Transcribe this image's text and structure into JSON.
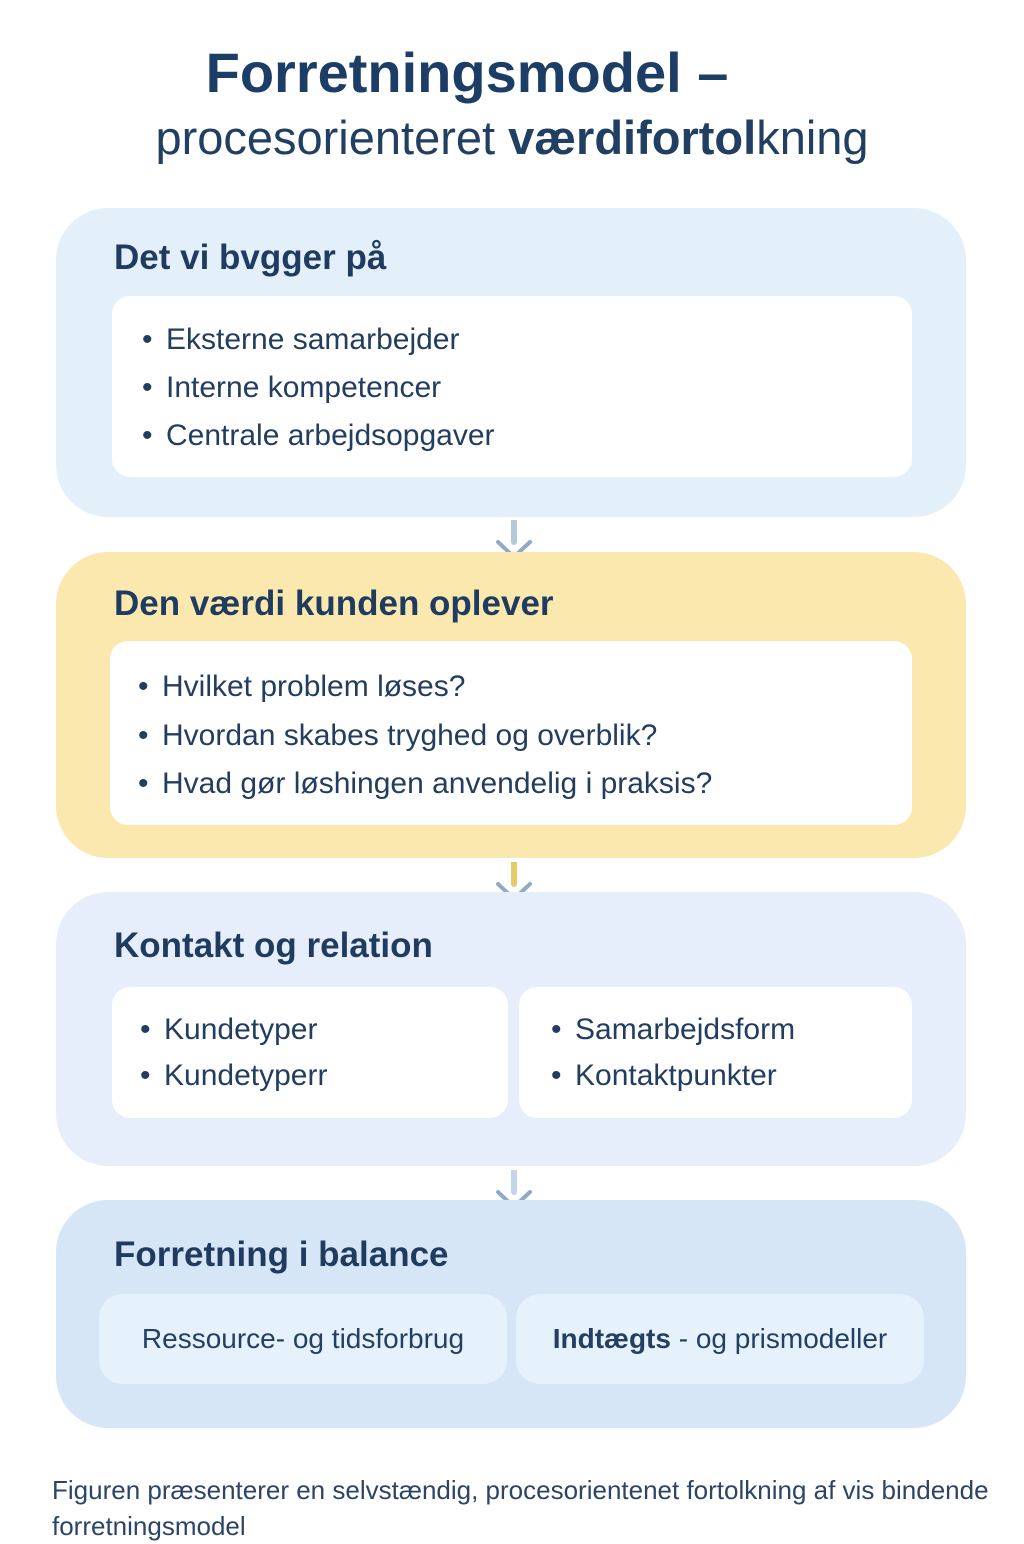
{
  "title": {
    "line1": "Forretningsmodel –",
    "line2_prefix": "procesorienteret ",
    "line2_strong": "værdifortol",
    "line2_suffix": "kning"
  },
  "sections": [
    {
      "heading": "Det vi bvgger på",
      "items": [
        "Eksterne samarbejder",
        "Interne kompetencer",
        "Centrale arbejdsopgaver"
      ]
    },
    {
      "heading": "Den værdi kunden oplever",
      "items": [
        "Hvilket problem løses?",
        "Hvordan skabes tryghed og overblik?",
        "Hvad gør løshingen anvendelig i praksis?"
      ]
    },
    {
      "heading": "Kontakt og relation",
      "left_items": [
        "Kundetyper",
        "Kundetyperr"
      ],
      "right_items": [
        "Samarbejdsform",
        "Kontaktpunkter"
      ]
    },
    {
      "heading": "Forretning i balance",
      "left_pill": "Ressource- og tidsforbrug",
      "right_pill_strong": "Indtægts",
      "right_pill_rest": " - og prismodeller"
    }
  ],
  "caption": "Figuren præsenterer en selvstændig, procesorientenet fortolkning af vis bindende forretningsmodel",
  "colors": {
    "section1_bg": "#e3f0fa",
    "section2_bg": "#fbe8ae",
    "section3_bg": "#e7eefb",
    "section4_bg": "#d7e6f6",
    "arrow": "#8fa9c6",
    "title": "#1c3e66"
  },
  "icons": [
    "chevron-down-icon",
    "chevron-down-icon",
    "chevron-down-icon"
  ]
}
